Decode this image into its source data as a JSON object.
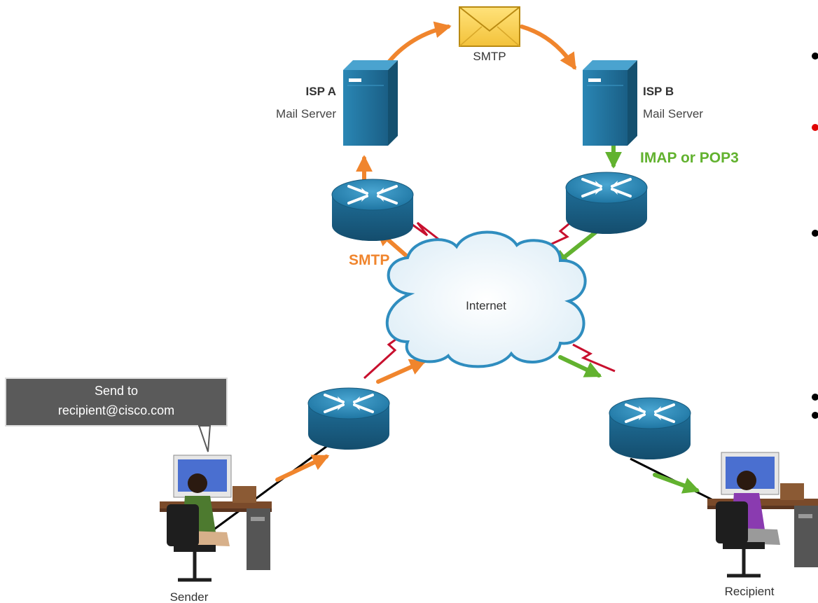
{
  "colors": {
    "smtp_flow": "#f0852d",
    "retrieve_flow": "#62b22f",
    "wan_link": "#c8102e",
    "device_blue": "#1c6e96",
    "bullet_red": "#e00000",
    "callout_bg": "#5a5a5a"
  },
  "envelope": {
    "label": "SMTP",
    "icon": "envelope-icon"
  },
  "isp_a": {
    "name": "ISP A",
    "role": "Mail Server",
    "icon": "mail-server-icon"
  },
  "isp_b": {
    "name": "ISP B",
    "role": "Mail Server",
    "icon": "mail-server-icon"
  },
  "protocols": {
    "smtp": "SMTP",
    "retrieve": "IMAP or POP3"
  },
  "internet": {
    "label": "Internet",
    "icon": "cloud-icon"
  },
  "callout": {
    "line1": "Send to",
    "line2": "recipient@cisco.com"
  },
  "sender": {
    "label": "Sender",
    "icon": "person-at-desk-icon"
  },
  "recipient": {
    "label": "Recipient",
    "icon": "person-at-desk-icon"
  },
  "bullets": [
    {
      "color": "#000000"
    },
    {
      "color": "#e00000"
    },
    {
      "color": "#000000"
    },
    {
      "color": "#000000"
    },
    {
      "color": "#000000"
    }
  ]
}
